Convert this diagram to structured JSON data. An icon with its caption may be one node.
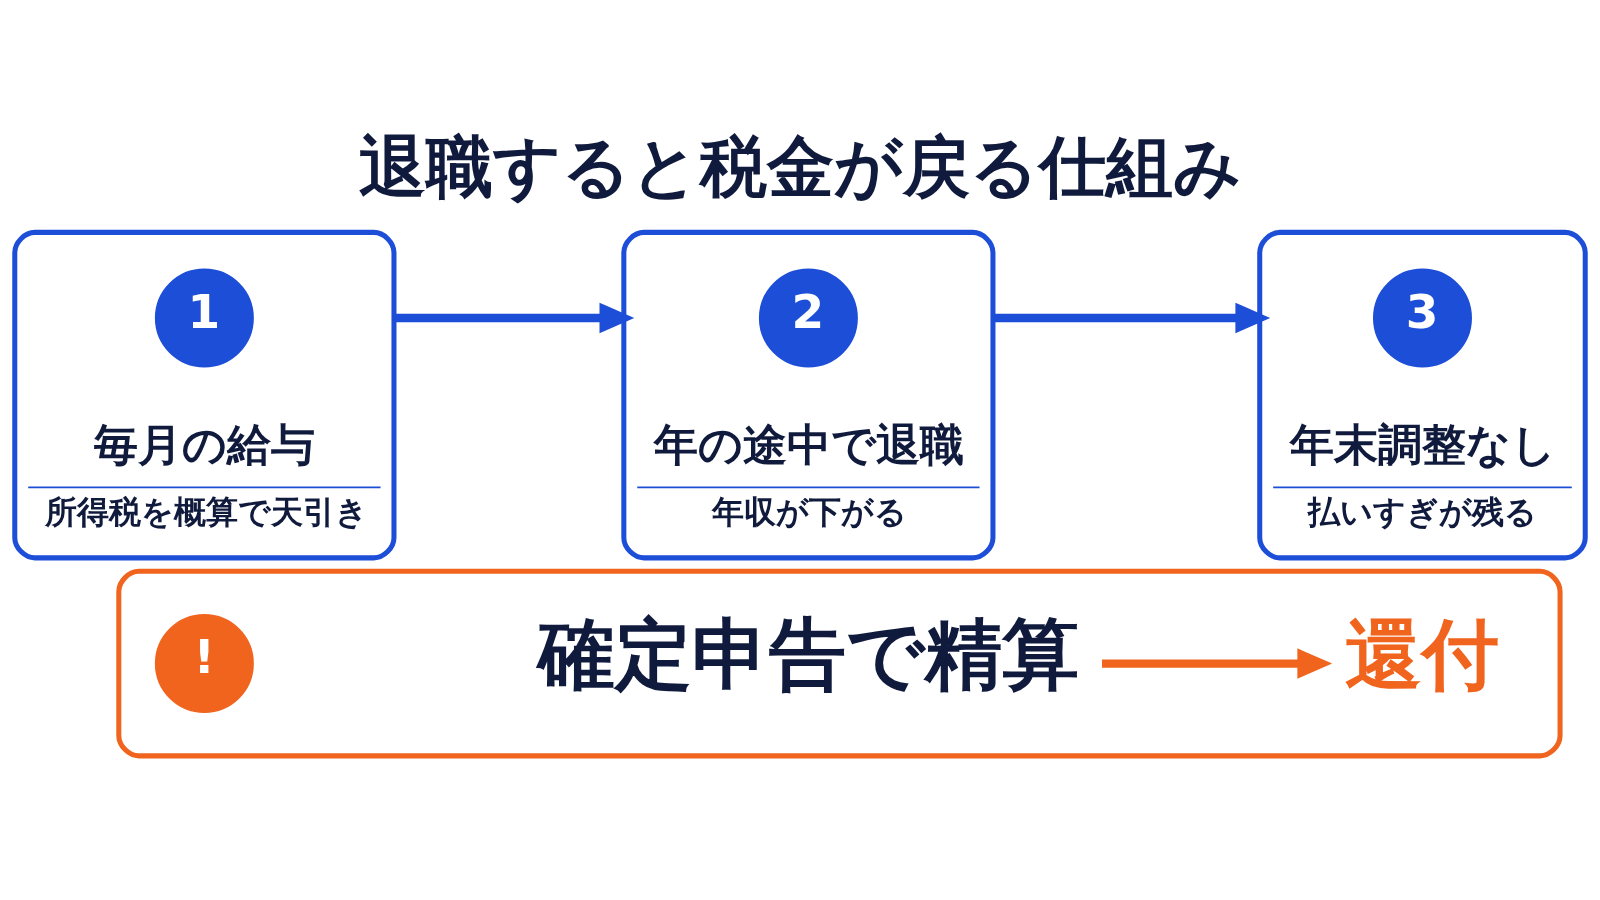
{
  "diagram": {
    "title": "退職すると税金が戻る仕組み",
    "nodes": [
      {
        "text": [
          "毎月の給与",
          "所得税を概算で天引き"
        ]
      },
      {
        "text": [
          "1"
        ],
        "in": 0
      },
      {
        "text": [
          "年の途中で退職",
          "年収が下がる"
        ]
      },
      {
        "text": [
          "2"
        ],
        "in": 2
      },
      {
        "text": [
          "年末調整なし",
          "払いすぎが残る"
        ]
      },
      {
        "text": [
          "3"
        ],
        "in": 4
      },
      {
        "text": [],
        "shape": "box"
      },
      {
        "text": [
          "!"
        ],
        "in": 6
      },
      {
        "text": [
          "確定申告で精算"
        ],
        "in": 6
      },
      {
        "text": [
          "還付"
        ],
        "in": 6
      }
    ],
    "edges": [
      {
        "from": 0,
        "to": 2,
        "arrow": "to"
      },
      {
        "from": 2,
        "to": 4,
        "arrow": "to"
      },
      {
        "from": 8,
        "to": 9,
        "arrow": "to",
        "color": "#f0641e"
      }
    ]
  }
}
